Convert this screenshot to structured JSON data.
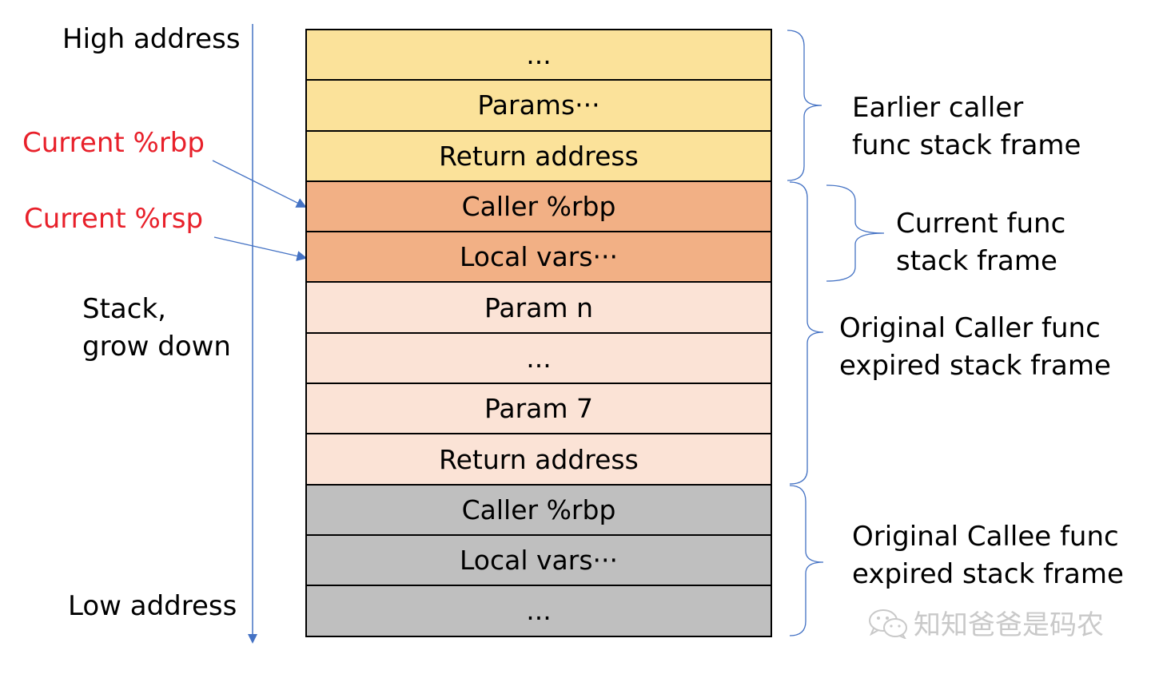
{
  "axis": {
    "top_label": "High address",
    "middle_label": "Stack,\ngrow down",
    "bottom_label": "Low address"
  },
  "pointers": {
    "rbp": "Current %rbp",
    "rsp": "Current %rsp"
  },
  "stack_cells": [
    {
      "text": "...",
      "group": "earlier-caller"
    },
    {
      "text": "Params···",
      "group": "earlier-caller"
    },
    {
      "text": "Return address",
      "group": "earlier-caller"
    },
    {
      "text": "Caller %rbp",
      "group": "current"
    },
    {
      "text": "Local vars···",
      "group": "current"
    },
    {
      "text": "Param n",
      "group": "original-caller"
    },
    {
      "text": "...",
      "group": "original-caller"
    },
    {
      "text": "Param 7",
      "group": "original-caller"
    },
    {
      "text": "Return address",
      "group": "original-caller"
    },
    {
      "text": "Caller %rbp",
      "group": "original-callee"
    },
    {
      "text": "Local vars···",
      "group": "original-callee"
    },
    {
      "text": "...",
      "group": "original-callee"
    }
  ],
  "brackets": {
    "earlier_caller": "Earlier caller\nfunc stack frame",
    "current": "Current func\nstack frame",
    "original_caller": "Original Caller func\nexpired stack frame",
    "original_callee": "Original Callee func\nexpired stack frame"
  },
  "colors": {
    "earlier_caller": "#fbe29a",
    "current": "#f2b085",
    "original_caller": "#fbe3d6",
    "original_callee": "#bfbfbf",
    "axis_line": "#4472c4",
    "pointer_text": "#e8202a"
  },
  "watermark": {
    "text": "知知爸爸是码农",
    "icon": "wechat-icon"
  }
}
